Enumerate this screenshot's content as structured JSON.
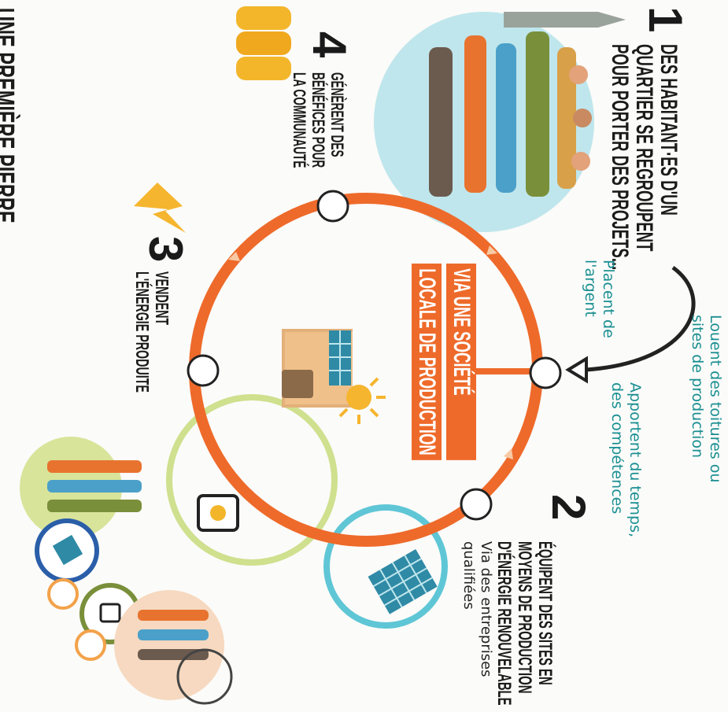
{
  "bottom_caption": "UNE PREMIÈRE PIERRE",
  "step1": {
    "number": "1",
    "lines": [
      "DES HABITANT·ES D'UN",
      "QUARTIER SE REGROUPENT",
      "POUR PORTER DES PROJETS..."
    ]
  },
  "center_banner": [
    "VIA UNE SOCIÉTÉ",
    "LOCALE DE PRODUCTION"
  ],
  "contributions": {
    "money": [
      "Placent de",
      "l'argent"
    ],
    "sites": [
      "Louent des toitures ou",
      "sites de production"
    ],
    "time": [
      "Apportent du temps,",
      "des compétences"
    ]
  },
  "step2": {
    "number": "2",
    "lines": [
      "ÉQUIPENT DES SITES EN",
      "MOYENS DE PRODUCTION",
      "D'ÉNERGIE RENOUVELABLE"
    ],
    "sub": [
      "Via des entreprises",
      "qualifiées"
    ]
  },
  "step3": {
    "number": "3",
    "lines": [
      "VENDENT",
      "L'ÉNERGIE PRODUITE"
    ]
  },
  "step4": {
    "number": "4",
    "lines": [
      "GÉNÈRENT DES",
      "BÉNÉFICES POUR",
      "LA COMMUNAUTÉ"
    ]
  },
  "colors": {
    "orange": "#ee6a2a",
    "teal": "#1b8f92",
    "blue_circle": "#5fc6d6",
    "green_circle": "#cfe08e",
    "coin": "#f3b62b"
  }
}
